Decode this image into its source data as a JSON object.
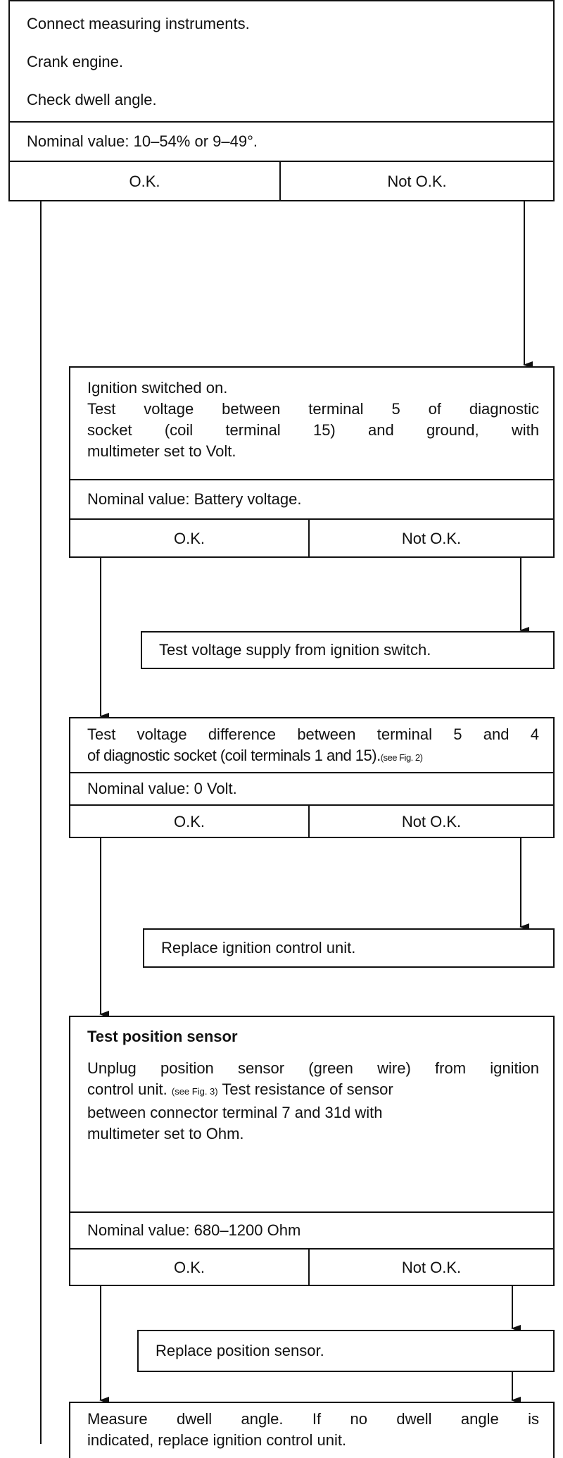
{
  "box1": {
    "lines": [
      "Connect measuring instruments.",
      "Crank engine.",
      "Check dwell angle."
    ],
    "nominal": "Nominal value:  10–54% or 9–49°.",
    "ok": "O.K.",
    "not_ok": "Not O.K."
  },
  "box2": {
    "lines": [
      "Ignition switched on.",
      "Test voltage between terminal 5 of diagnostic",
      "socket (coil terminal 15) and ground, with",
      "multimeter set to Volt."
    ],
    "nominal": "Nominal value:  Battery voltage.",
    "ok": "O.K.",
    "not_ok": "Not O.K."
  },
  "action2": "Test voltage supply from ignition switch.",
  "box3": {
    "line1": "Test voltage difference between terminal 5 and 4",
    "line2": "of diagnostic socket (coil terminals 1 and 15).",
    "fig_ref": "(see Fig. 2)",
    "nominal": "Nominal value:  0 Volt.",
    "ok": "O.K.",
    "not_ok": "Not O.K."
  },
  "action3": "Replace ignition control unit.",
  "box4": {
    "title": "Test position sensor",
    "line1": "Unplug position sensor (green wire) from ignition",
    "line2_a": "control unit.",
    "fig_ref": "(see Fig. 3)",
    "line2_b": "Test resistance of sensor",
    "line3": "between connector terminal 7 and 31d with",
    "line4": "multimeter set to Ohm.",
    "nominal": "Nominal value:  680–1200 Ohm",
    "ok": "O.K.",
    "not_ok": "Not O.K."
  },
  "action4": "Replace position sensor.",
  "final": {
    "line1": "Measure dwell angle. If no dwell angle is",
    "line2": "indicated, replace ignition control unit."
  }
}
